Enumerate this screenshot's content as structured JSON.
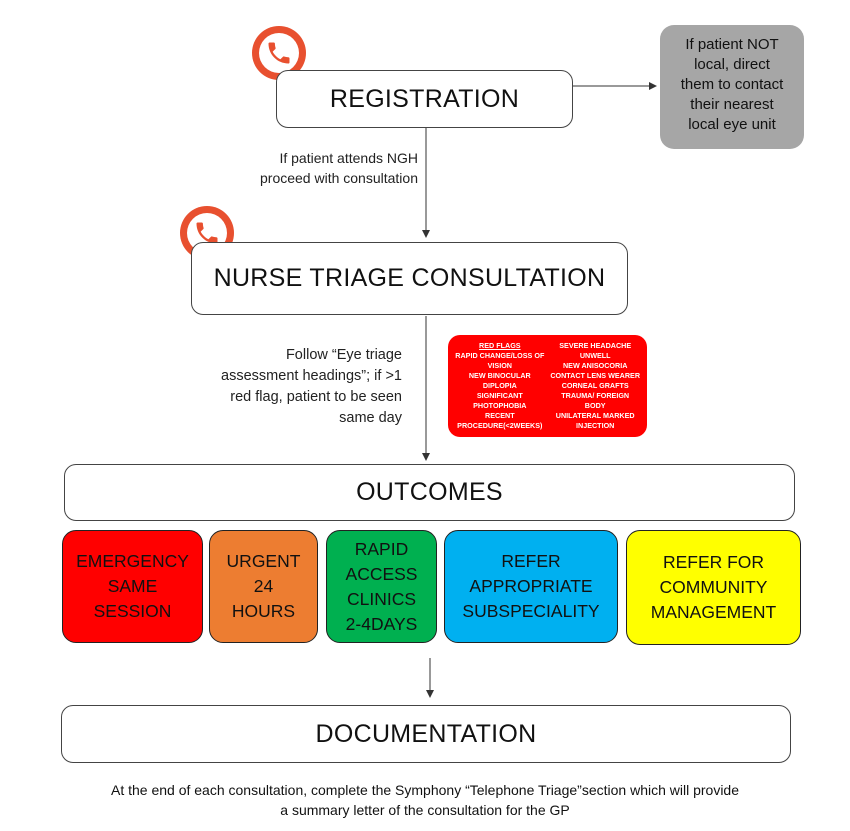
{
  "registration": {
    "title": "REGISTRATION"
  },
  "grey_note": {
    "lines": [
      "If patient NOT",
      "local, direct",
      "them to contact",
      "their nearest",
      "local eye unit"
    ]
  },
  "ngh_note": {
    "lines": [
      "If patient attends NGH",
      "proceed with consultation"
    ]
  },
  "nurse_triage": {
    "title": "NURSE TRIAGE CONSULTATION"
  },
  "triage_note": {
    "lines": [
      "Follow “Eye triage",
      "assessment headings”; if >1",
      "red flag, patient to be seen",
      "same day"
    ]
  },
  "red_flags": {
    "left": [
      "RED FLAGS",
      "RAPID CHANGE/LOSS OF",
      "VISION",
      "NEW BINOCULAR",
      "DIPLOPIA",
      "SIGNIFICANT",
      "PHOTOPHOBIA",
      "RECENT",
      "PROCEDURE(<2WEEKS)"
    ],
    "right": [
      "SEVERE HEADACHE",
      "UNWELL",
      "NEW ANISOCORIA",
      "CONTACT LENS WEARER",
      "CORNEAL GRAFTS",
      "TRAUMA/ FOREIGN",
      "BODY",
      "UNILATERAL MARKED",
      "INJECTION"
    ]
  },
  "outcomes": {
    "title": "OUTCOMES",
    "items": [
      {
        "lines": [
          "EMERGENCY",
          "SAME",
          "SESSION"
        ],
        "color": "#ff0000"
      },
      {
        "lines": [
          "URGENT",
          "24",
          "HOURS"
        ],
        "color": "#ed7d31"
      },
      {
        "lines": [
          "RAPID",
          "ACCESS",
          "CLINICS",
          "2-4DAYS"
        ],
        "color": "#00b050"
      },
      {
        "lines": [
          "REFER",
          "APPROPRIATE",
          "SUBSPECIALITY"
        ],
        "color": "#00b0f0"
      },
      {
        "lines": [
          "REFER FOR",
          "COMMUNITY",
          "MANAGEMENT"
        ],
        "color": "#ffff00"
      }
    ]
  },
  "documentation": {
    "title": "DOCUMENTATION"
  },
  "footer": {
    "lines": [
      "At the end of each consultation, complete the Symphony “Telephone Triage”section which will provide",
      "a summary letter of the consultation for the GP"
    ]
  },
  "colors": {
    "phone": "#e8502f",
    "grey_box": "#a6a6a6",
    "red_flags": "#ff0000"
  },
  "icons": [
    "phone-icon",
    "phone-icon"
  ]
}
